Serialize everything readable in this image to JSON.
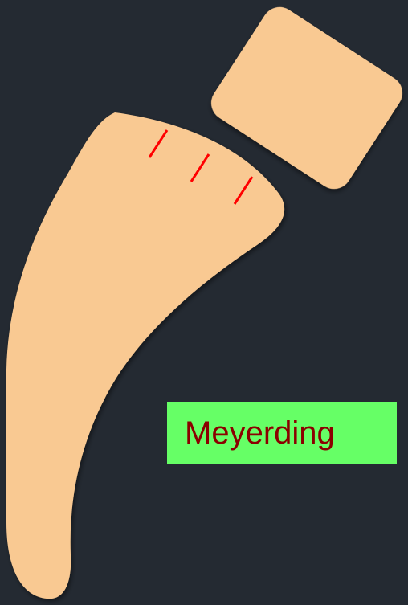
{
  "diagram": {
    "label": "Meyerding",
    "colors": {
      "background": "#242a32",
      "bone_fill": "#f9c992",
      "mark": "#ff0000",
      "label_background": "#66ff66",
      "label_text": "#8b0000"
    },
    "shapes": [
      "vertebral-body-square",
      "sacrum-curved",
      "grade-marks"
    ],
    "grade_mark_count": 3
  }
}
